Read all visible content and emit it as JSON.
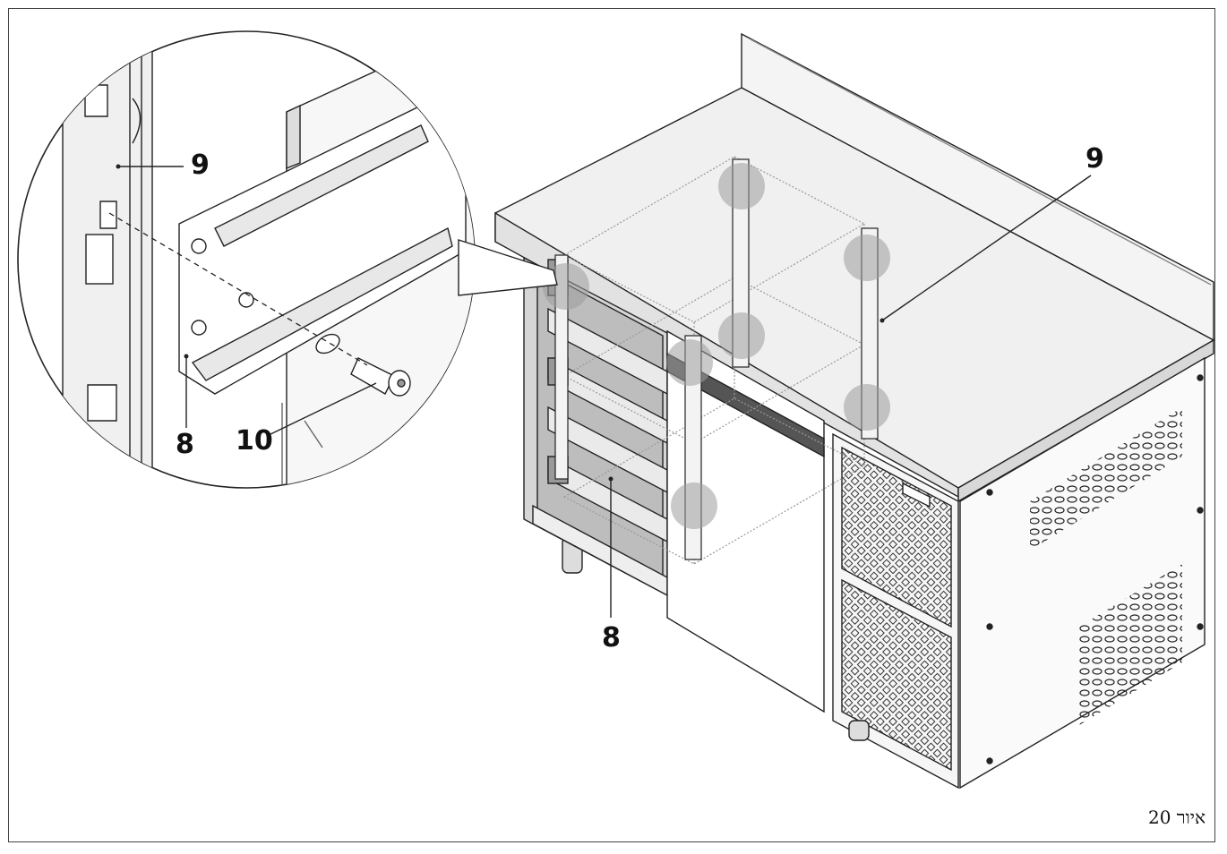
{
  "figure": {
    "caption": "איור 20"
  },
  "callouts": {
    "detail_rail": "9",
    "detail_slide": "8",
    "detail_screw": "10",
    "main_rail": "9",
    "main_slide": "8"
  }
}
